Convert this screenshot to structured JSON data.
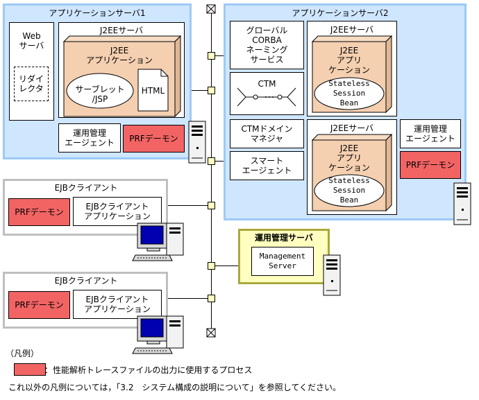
{
  "app_server_1": {
    "title": "アプリケーションサーバ1",
    "web_server": "Web\nサーバ",
    "redirector": "リダイ\nレクタ",
    "j2ee_server": "J2EEサーバ",
    "j2ee_application": "J2EE\nアプリケーション",
    "servlet_jsp": "サーブレット\n/JSP",
    "html": "HTML",
    "mgmt_agent": "運用管理\nエージェント",
    "prf_daemon": "PRFデーモン"
  },
  "app_server_2": {
    "title": "アプリケーションサーバ2",
    "global_corba": "グローバル\nCORBA\nネーミング\nサービス",
    "ctm": "CTM",
    "ctm_domain_manager": "CTMドメイン\nマネジャ",
    "smart_agent": "スマート\nエージェント",
    "j2ee_server_a": "J2EEサーバ",
    "j2ee_app_a": "J2EE\nアプリ\nケーション",
    "stateless_a": "Stateless\nSession\nBean",
    "j2ee_server_b": "J2EEサーバ",
    "j2ee_app_b": "J2EE\nアプリ\nケーション",
    "stateless_b": "Stateless\nSession\nBean",
    "mgmt_agent": "運用管理\nエージェント",
    "prf_daemon": "PRFデーモン"
  },
  "ejb_clients": [
    {
      "title": "EJBクライアント",
      "prf_daemon": "PRFデーモン",
      "application": "EJBクライアント\nアプリケーション"
    },
    {
      "title": "EJBクライアント",
      "prf_daemon": "PRFデーモン",
      "application": "EJBクライアント\nアプリケーション"
    }
  ],
  "mgmt_server": {
    "title": "運用管理サーバ",
    "management_server": "Management\nServer"
  },
  "legend": {
    "heading": "（凡例）",
    "prf_desc": "：性能解析トレースファイルの出力に使用するプロセス",
    "note": "これ以外の凡例については，「3.2　システム構成の説明について」を参照してください。"
  },
  "colors": {
    "prf_fill": "#f26464",
    "server_fill": "#cfe6ff",
    "server_border": "#9ccaf6",
    "client_border": "#bfbfbf",
    "mgmt_fill": "#ffffc0",
    "mgmt_border": "#a9a93c",
    "app_fill": "#f4cfb0",
    "node_fill": "#ffffc0"
  }
}
